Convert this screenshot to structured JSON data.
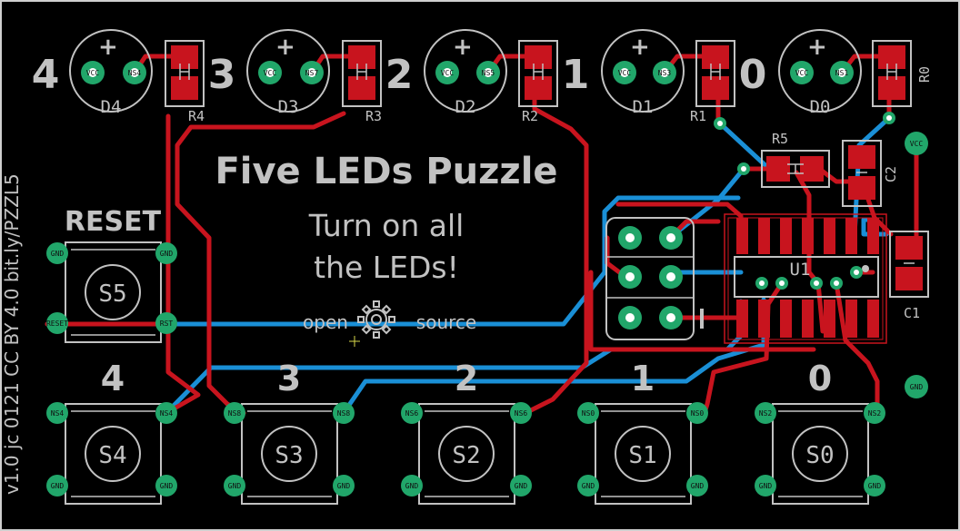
{
  "colors": {
    "background": "#000000",
    "outline": "#cfcfcf",
    "silk": "#c2c2c2",
    "trace_front": "#c8141e",
    "trace_back": "#1a8fd6",
    "pad": "#21a66a",
    "pad_hole": "#ffffff",
    "smd": "#c8141e"
  },
  "board": {
    "title": "Five LEDs Puzzle",
    "subtitle_line1": "Turn on all",
    "subtitle_line2": "the LEDs!",
    "logo_left": "open",
    "logo_right": "source",
    "side_text": "v1.0 jc 0121 CC BY 4.0 bit.ly/PZZL5",
    "reset_label": "RESET"
  },
  "leds": [
    {
      "ref": "D4",
      "digit": "4",
      "pad_a": "VCC",
      "pad_b": "NS4"
    },
    {
      "ref": "D3",
      "digit": "3",
      "pad_a": "VCC",
      "pad_b": "NS7"
    },
    {
      "ref": "D2",
      "digit": "2",
      "pad_a": "VCC",
      "pad_b": "NS5"
    },
    {
      "ref": "D1",
      "digit": "1",
      "pad_a": "VCC",
      "pad_b": "NS3"
    },
    {
      "ref": "D0",
      "digit": "0",
      "pad_a": "VCC",
      "pad_b": "NS1"
    }
  ],
  "resistors": {
    "r4": "R4",
    "r3": "R3",
    "r2": "R2",
    "r1": "R1",
    "r0": "R0",
    "r5": "R5"
  },
  "caps": {
    "c1": "C1",
    "c2": "C2"
  },
  "ic": {
    "ref": "U1"
  },
  "pads": {
    "vcc": "VCC",
    "gnd": "GND",
    "reset": "RESET",
    "rst": "RST"
  },
  "switches": [
    {
      "ref": "S4",
      "digit": "4",
      "pad_a": "NS4",
      "pad_b": "NS4"
    },
    {
      "ref": "S3",
      "digit": "3",
      "pad_a": "NS8",
      "pad_b": "NS8"
    },
    {
      "ref": "S2",
      "digit": "2",
      "pad_a": "NS6",
      "pad_b": "NS6"
    },
    {
      "ref": "S1",
      "digit": "1",
      "pad_a": "NS0",
      "pad_b": "NS0"
    },
    {
      "ref": "S0",
      "digit": "0",
      "pad_a": "NS2",
      "pad_b": "NS2"
    }
  ],
  "reset_switch": {
    "ref": "S5"
  }
}
